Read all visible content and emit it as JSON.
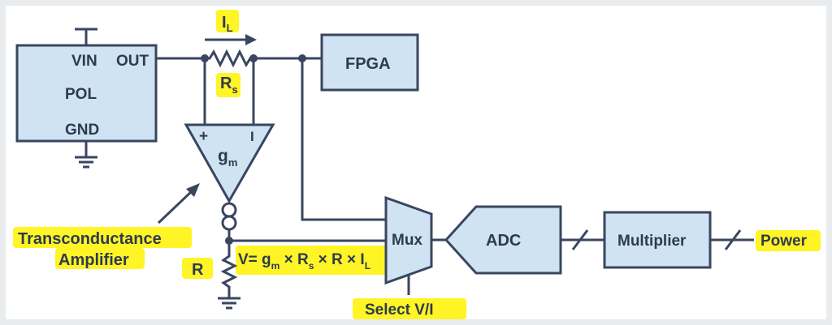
{
  "colors": {
    "block_fill": "#cfe3f3",
    "wire": "#3a4660",
    "text": "#2e3a4f",
    "highlight": "#fff200"
  },
  "pol_block": {
    "vin": "VIN",
    "out": "OUT",
    "pol": "POL",
    "gnd": "GND"
  },
  "current": {
    "symbol": "I",
    "subscript": "L"
  },
  "sense_resistor": {
    "symbol": "R",
    "subscript": "s"
  },
  "fpga": "FPGA",
  "amplifier": {
    "plus": "+",
    "minus": "I",
    "gain_symbol": "g",
    "gain_subscript": "m",
    "label_line1": "Transconductance",
    "label_line2": "Amplifier"
  },
  "resistor_r": "R",
  "formula": {
    "v_g": "V= g",
    "sub_m": "m",
    "x_rs": " × R",
    "sub_s": "s",
    "x_r_i": " × R × I",
    "sub_l": "L"
  },
  "mux": "Mux",
  "select": "Select V/I",
  "adc": "ADC",
  "multiplier": "Multiplier",
  "power": "Power"
}
